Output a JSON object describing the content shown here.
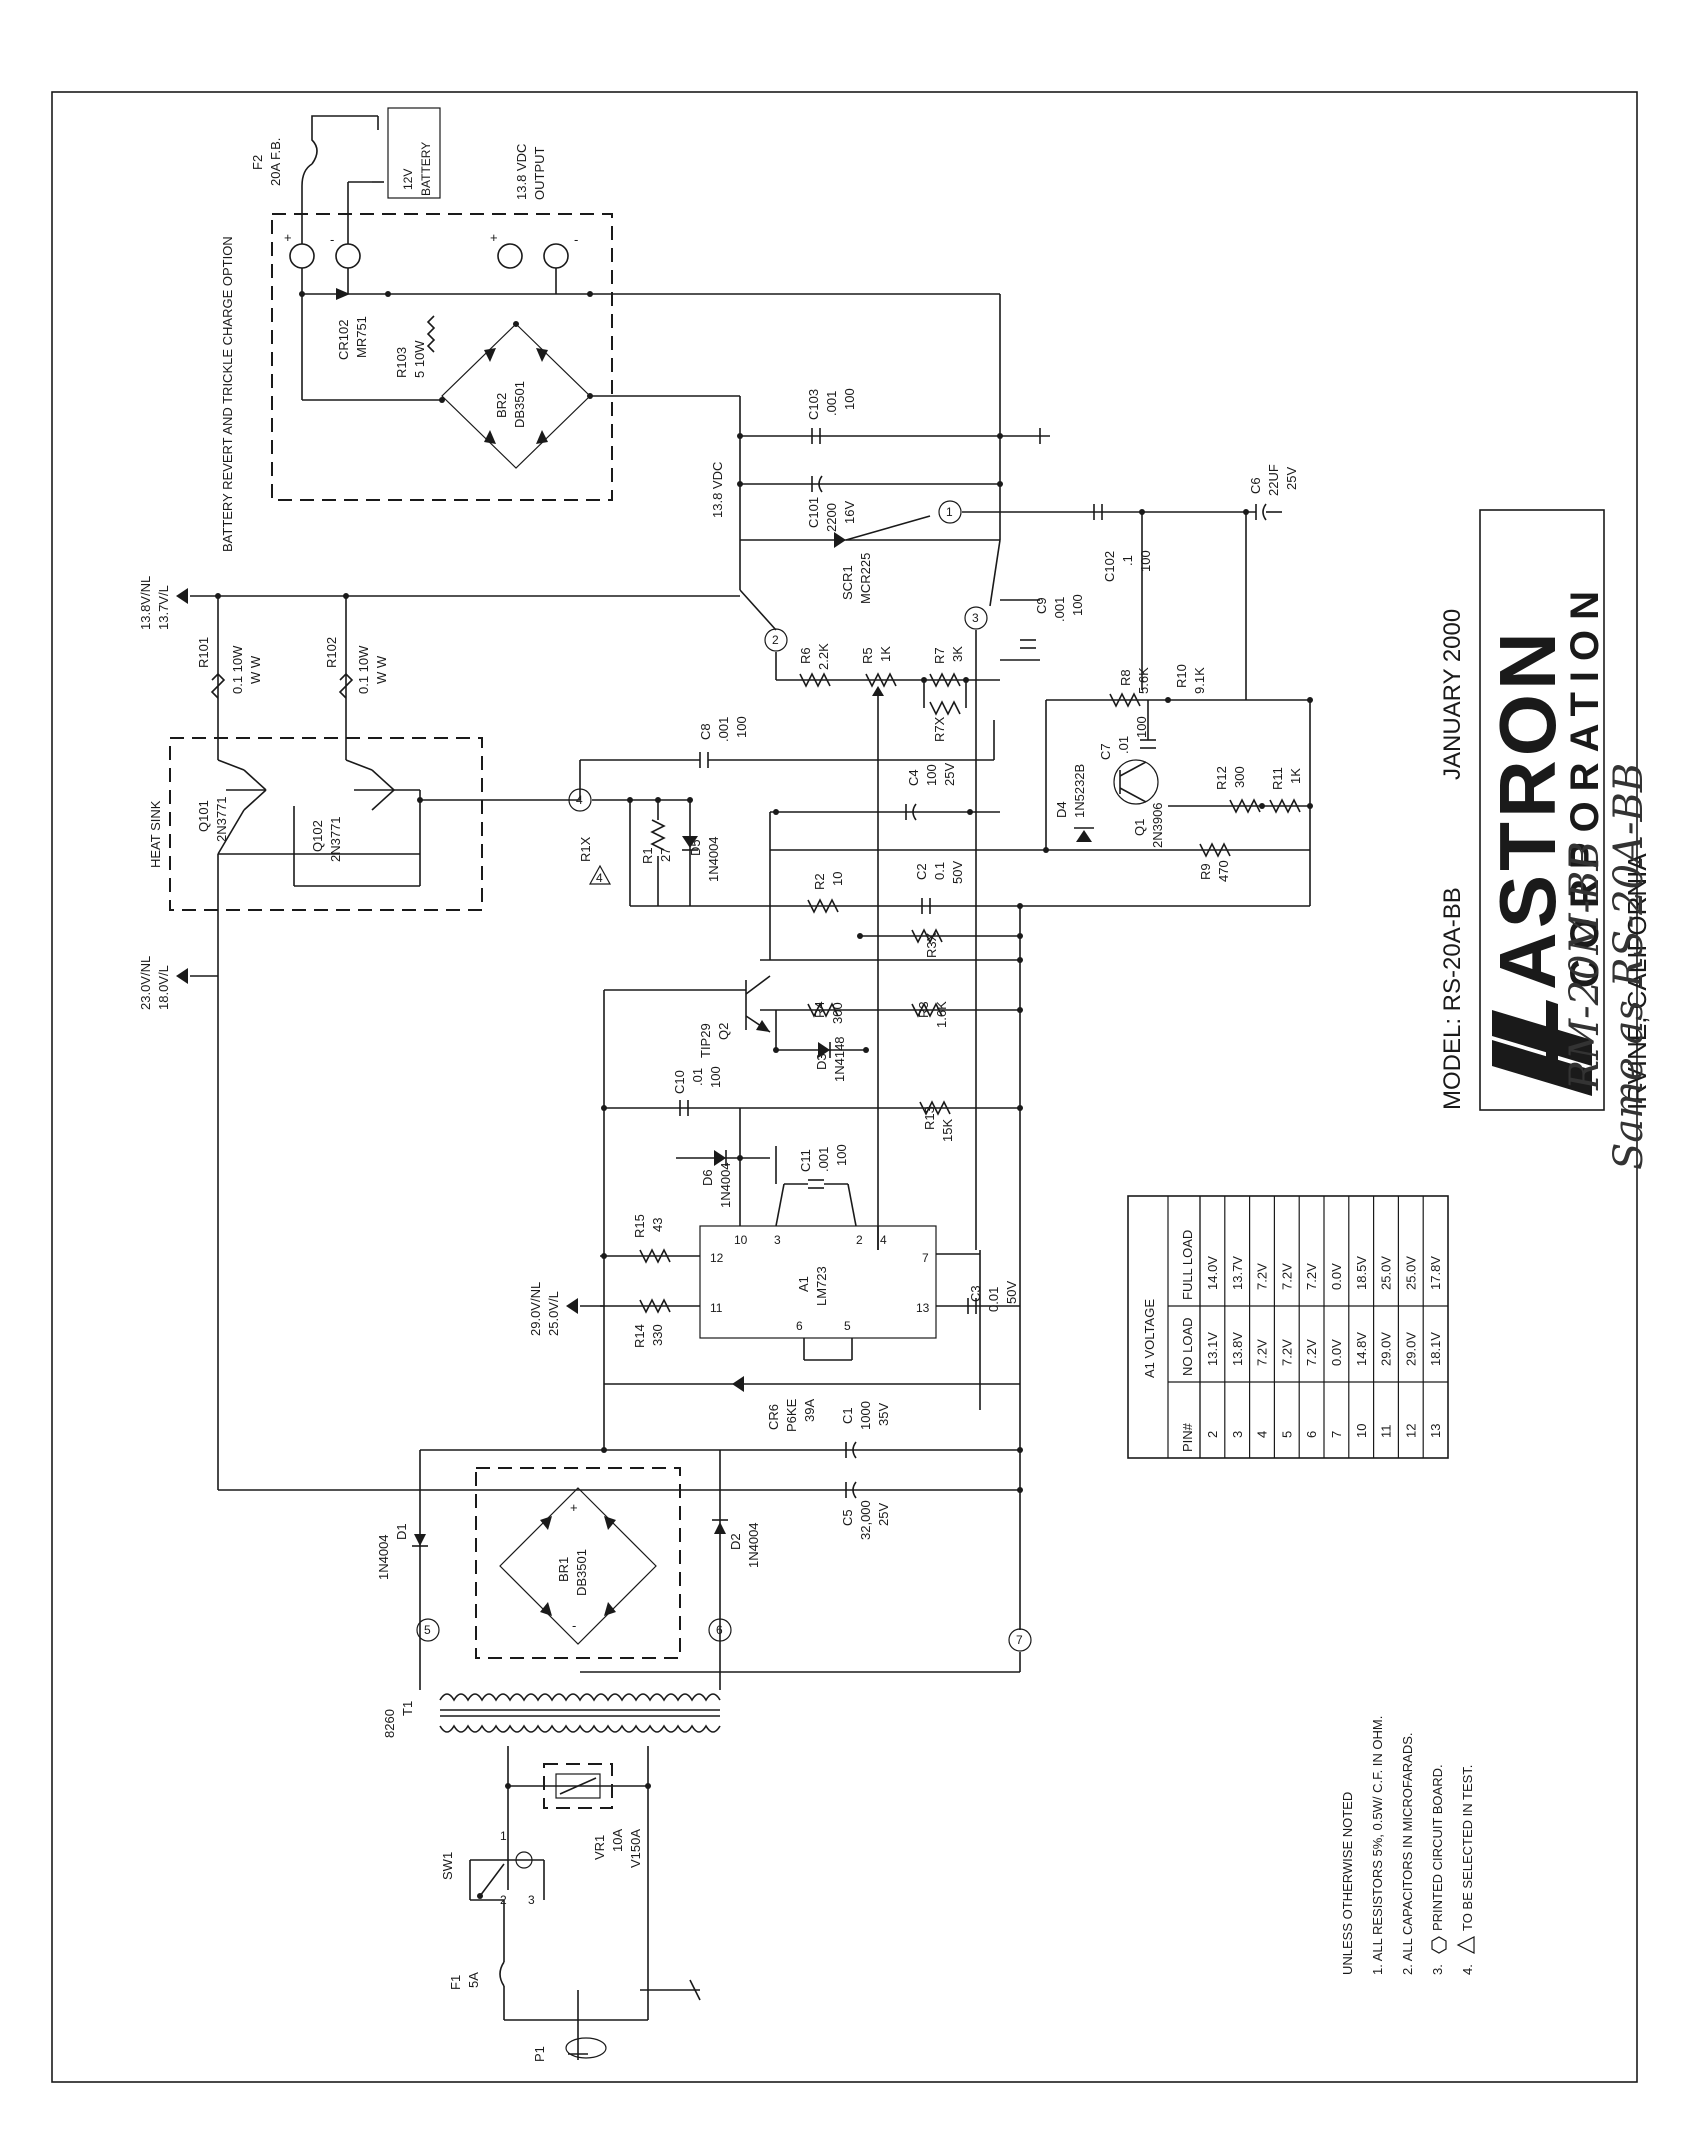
{
  "title_block": {
    "model": "MODEL: RS-20A-BB",
    "date": "JANUARY 2000",
    "company_line1": "ASTRON",
    "company_line2": "CORPORATION",
    "city": "IRVINE, CALIFORNIA"
  },
  "handwritten": {
    "line1": "RM-20M-BB",
    "line2": "Same as RS-20A-BB"
  },
  "option_box": {
    "label": "BATTERY REVERT AND TRICKLE CHARGE OPTION"
  },
  "heat_sink": {
    "label": "HEAT SINK"
  },
  "outputs": {
    "dc_output": "13.8 VDC OUTPUT",
    "dc_output_l1": "13.8 VDC",
    "dc_output_l2": "OUTPUT",
    "battery_l1": "12V",
    "battery_l2": "BATTERY",
    "rail_138": "13.8 VDC"
  },
  "voltages": {
    "v1_a": "13.8V/NL",
    "v1_b": "13.7V/L",
    "v2_a": "23.0V/NL",
    "v2_b": "18.0V/L",
    "v3_a": "29.0V/NL",
    "v3_b": "25.0V/L"
  },
  "components": {
    "F2_a": "F2",
    "F2_b": "20A F.B.",
    "CR102_a": "CR102",
    "CR102_b": "MR751",
    "R103_a": "R103",
    "R103_b": "5 10W",
    "BR2_a": "BR2",
    "BR2_b": "DB3501",
    "C103_a": "C103",
    "C103_b": ".001",
    "C103_c": "100",
    "C101_a": "C101",
    "C101_b": "2200",
    "C101_c": "16V",
    "SCR1_a": "SCR1",
    "SCR1_b": "MCR225",
    "C102_a": "C102",
    "C102_b": ".1",
    "C102_c": "100",
    "C6_a": "C6",
    "C6_b": "22UF",
    "C6_c": "25V",
    "R101_a": "R101",
    "R101_b": "0.1 10W",
    "R101_c": "W W",
    "R102_a": "R102",
    "R102_b": "0.1 10W",
    "R102_c": "W W",
    "Q101_a": "Q101",
    "Q101_b": "2N3771",
    "Q102_a": "Q102",
    "Q102_b": "2N3771",
    "R6_a": "R6",
    "R6_b": "2.2K",
    "R5_a": "R5",
    "R5_b": "1K",
    "R7_a": "R7",
    "R7_b": "3K",
    "R7X": "R7X",
    "C9_a": "C9",
    "C9_b": ".001",
    "C9_c": "100",
    "R8_a": "R8",
    "R8_b": "5.6K",
    "R10_a": "R10",
    "R10_b": "9.1K",
    "C8_a": "C8",
    "C8_b": ".001",
    "C8_c": "100",
    "C4_a": "C4",
    "C4_b": "100",
    "C4_c": "25V",
    "C7_a": "C7",
    "C7_b": ".01",
    "C7_c": "100",
    "D4_a": "D4",
    "D4_b": "1N5232B",
    "Q1_a": "Q1",
    "Q1_b": "2N3906",
    "R12_a": "R12",
    "R12_b": "300",
    "R11_a": "R11",
    "R11_b": "1K",
    "R1X": "R1X",
    "R1_a": "R1",
    "R1_b": "27",
    "D5_a": "D5",
    "D5_b": "1N4004",
    "R2_a": "R2",
    "R2_b": "10",
    "C2_a": "C2",
    "C2_b": "0.1",
    "C2_c": "50V",
    "R9_a": "R9",
    "R9_b": "470",
    "R3X": "R3X",
    "R4_a": "R4",
    "R4_b": "300",
    "R3_a": "R3",
    "R3_b": "1.6K",
    "Q2_a": "TIP29",
    "Q2_b": "Q2",
    "D3_a": "D3",
    "D3_b": "1N4148",
    "C10_a": "C10",
    "C10_b": ".01",
    "C10_c": "100",
    "R13_a": "R13",
    "R13_b": "15K",
    "D6_a": "D6",
    "D6_b": "1N4004",
    "C11_a": "C11",
    "C11_b": ".001",
    "C11_c": "100",
    "R15_a": "R15",
    "R15_b": "43",
    "A1_a": "A1",
    "A1_b": "LM723",
    "R14_a": "R14",
    "R14_b": "330",
    "C3_a": "C3",
    "C3_b": "0.01",
    "C3_c": "50V",
    "CR6_a": "CR6",
    "CR6_b": "P6KE",
    "CR6_c": "39A",
    "C1_a": "C1",
    "C1_b": "1000",
    "C1_c": "35V",
    "C5_a": "C5",
    "C5_b": "32,000",
    "C5_c": "25V",
    "D1_a": "1N4004",
    "D1_b": "D1",
    "D2_a": "D2",
    "D2_b": "1N4004",
    "BR1_a": "BR1",
    "BR1_b": "DB3501",
    "T1_a": "8260",
    "T1_b": "T1",
    "VR1_a": "VR1",
    "VR1_b": "10A",
    "VR1_c": "V150A",
    "SW1": "SW1",
    "F1_a": "F1",
    "F1_b": "5A",
    "P1": "P1"
  },
  "pins": {
    "a1_10": "10",
    "a1_3": "3",
    "a1_2": "2",
    "a1_4": "4",
    "a1_7": "7",
    "a1_12": "12",
    "a1_11": "11",
    "a1_13": "13",
    "a1_6": "6",
    "a1_5": "5",
    "sw_1": "1",
    "sw_2": "2",
    "sw_3": "3"
  },
  "nodes": [
    "1",
    "2",
    "3",
    "4",
    "5",
    "6",
    "7"
  ],
  "select_marker": "4",
  "a1_table": {
    "title": "A1 VOLTAGE",
    "headers": [
      "PIN#",
      "NO LOAD",
      "FULL LOAD"
    ],
    "rows": [
      [
        "2",
        "13.1V",
        "14.0V"
      ],
      [
        "3",
        "13.8V",
        "13.7V"
      ],
      [
        "4",
        "7.2V",
        "7.2V"
      ],
      [
        "5",
        "7.2V",
        "7.2V"
      ],
      [
        "6",
        "7.2V",
        "7.2V"
      ],
      [
        "7",
        "0.0V",
        "0.0V"
      ],
      [
        "10",
        "14.8V",
        "18.5V"
      ],
      [
        "11",
        "29.0V",
        "25.0V"
      ],
      [
        "12",
        "29.0V",
        "25.0V"
      ],
      [
        "13",
        "18.1V",
        "17.8V"
      ]
    ]
  },
  "notes": {
    "heading": "UNLESS OTHERWISE NOTED",
    "n1": "1. ALL RESISTORS 5%, 0.5W/ C.F. IN OHM.",
    "n2": "2. ALL CAPACITORS IN MICROFARADS.",
    "n3_num": "3.",
    "n3": "PRINTED CIRCUIT BOARD.",
    "n4_num": "4.",
    "n4": "TO BE SELECTED IN TEST."
  }
}
